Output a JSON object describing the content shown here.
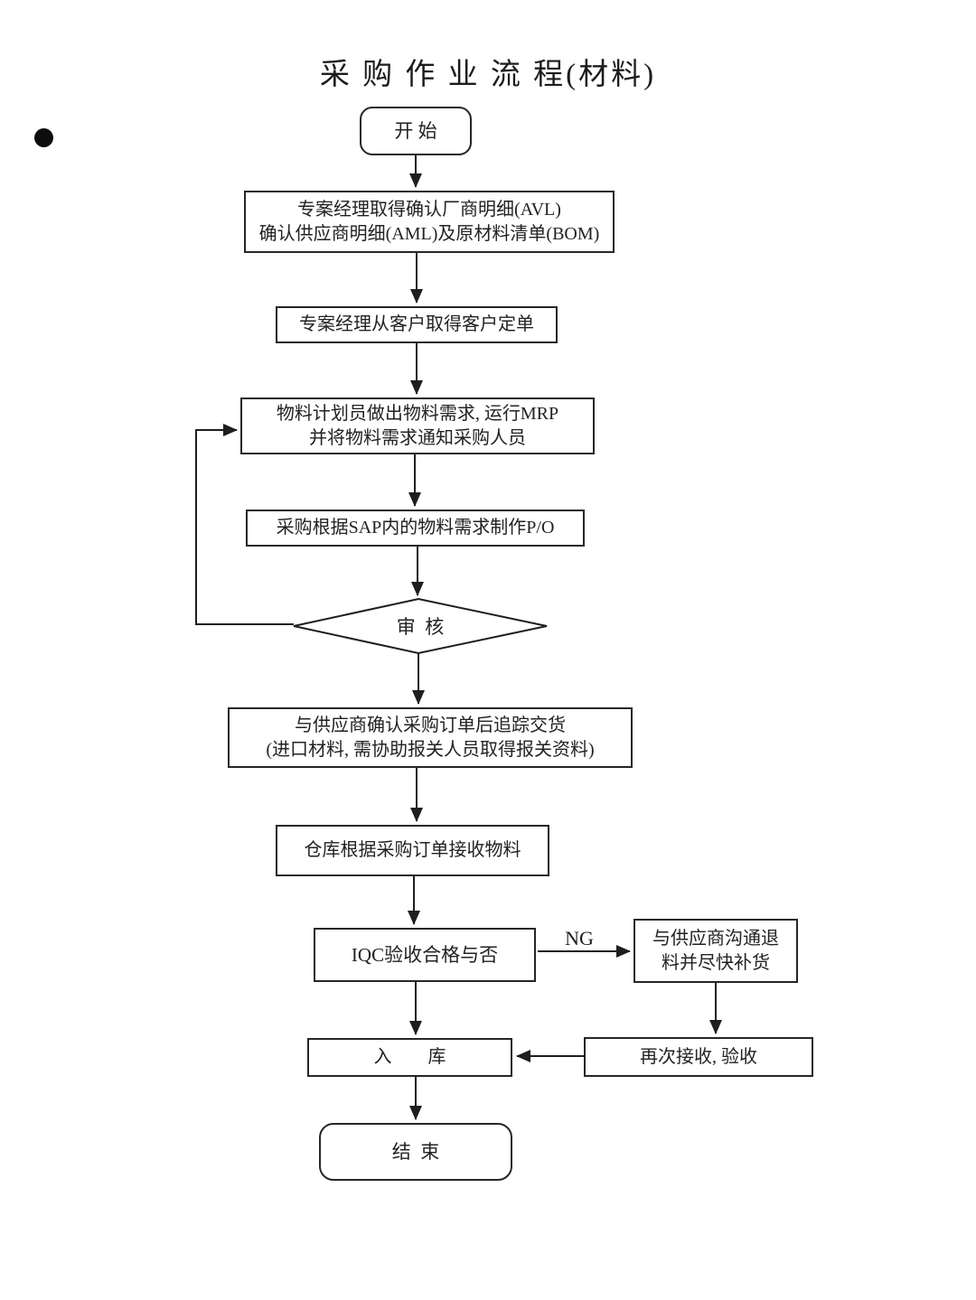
{
  "title": "采 购 作 业 流 程(材料)",
  "nodes": {
    "start": {
      "label": "开 始"
    },
    "avl": {
      "label": "专案经理取得确认厂商明细(AVL)\n确认供应商明细(AML)及原材料清单(BOM)"
    },
    "order": {
      "label": "专案经理从客户取得客户定单"
    },
    "mrp": {
      "label": "物料计划员做出物料需求, 运行MRP\n并将物料需求通知采购人员"
    },
    "po": {
      "label": "采购根据SAP内的物料需求制作P/O"
    },
    "review": {
      "label": "审  核"
    },
    "confirm": {
      "label": "与供应商确认采购订单后追踪交货\n(进口材料, 需协助报关人员取得报关资料)"
    },
    "warehouse": {
      "label": "仓库根据采购订单接收物料"
    },
    "iqc": {
      "label": "IQC验收合格与否"
    },
    "ng_supplier": {
      "label": "与供应商沟通退\n料并尽快补货"
    },
    "recheck": {
      "label": "再次接收, 验收"
    },
    "storage": {
      "label": "入        库"
    },
    "end": {
      "label": "结  束"
    }
  },
  "edges": {
    "ng_label": "NG"
  },
  "colors": {
    "line": "#1e1e1e",
    "background": "#ffffff",
    "text": "#222222"
  }
}
